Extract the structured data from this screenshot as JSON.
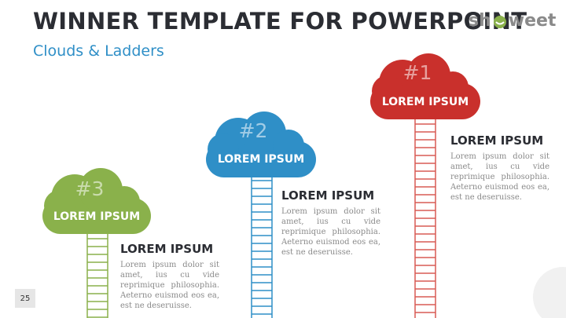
{
  "header": {
    "title": "WINNER TEMPLATE FOR POWERPOINT",
    "subtitle": "Clouds & Ladders"
  },
  "logo": {
    "pre": "sh",
    "post": "weet"
  },
  "colors": {
    "green": "#8ab14b",
    "blue": "#2f8fc7",
    "red": "#c9302c"
  },
  "items": [
    {
      "rank": "#1",
      "cloud_label": "LOREM IPSUM",
      "heading": "LOREM IPSUM",
      "text": "Lorem ipsum dolor sit amet, ius cu vide reprimique philosophia. Aeterno euismod eos ea, est ne deseruisse."
    },
    {
      "rank": "#2",
      "cloud_label": "LOREM IPSUM",
      "heading": "LOREM IPSUM",
      "text": "Lorem ipsum dolor sit amet, ius cu vide reprimique philosophia. Aeterno euismod eos ea, est ne deseruisse."
    },
    {
      "rank": "#3",
      "cloud_label": "LOREM IPSUM",
      "heading": "LOREM IPSUM",
      "text": "Lorem ipsum dolor sit amet, ius cu vide reprimique philosophia. Aeterno euismod eos ea, est ne deseruisse."
    }
  ],
  "page_number": "25"
}
